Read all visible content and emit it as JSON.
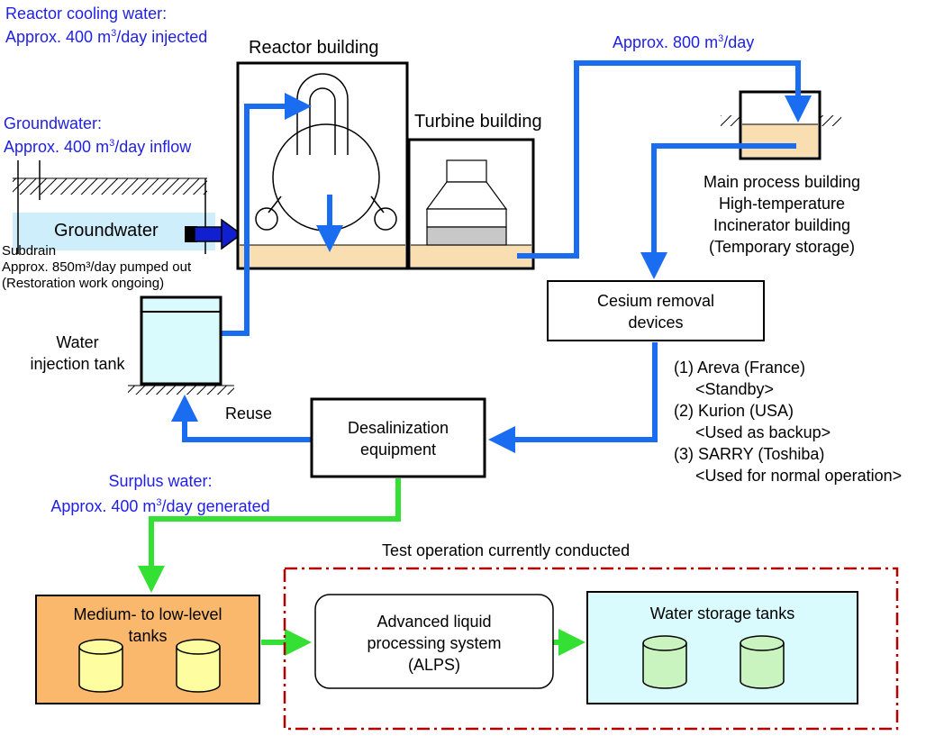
{
  "reactor_cooling": {
    "line1": "Reactor cooling water:",
    "line2_pre": "Approx. 400 m",
    "sup": "3",
    "line2_post": "/day injected"
  },
  "reactor_building": "Reactor building",
  "turbine_building": "Turbine building",
  "flow_800": {
    "pre": "Approx. 800 m",
    "sup": "3",
    "post": "/day"
  },
  "groundwater": {
    "line1": "Groundwater:",
    "line2_pre": "Approx. 400 m",
    "sup": "3",
    "line2_post": "/day inflow",
    "band_label": "Groundwater"
  },
  "subdrain": {
    "label": "Subdrain",
    "line1": "Approx. 850m³/day pumped out",
    "line2": "(Restoration work ongoing)"
  },
  "water_injection_tank": {
    "line1": "Water",
    "line2": "injection tank"
  },
  "main_process": {
    "line1": "Main process building",
    "line2": "High-temperature",
    "line3": "Incinerator building",
    "line4": "(Temporary storage)"
  },
  "cesium": {
    "line1": "Cesium removal",
    "line2": "devices"
  },
  "cesium_devices": [
    {
      "name": "(1) Areva (France)",
      "status": "<Standby>"
    },
    {
      "name": "(2) Kurion (USA)",
      "status": "<Used as backup>"
    },
    {
      "name": "(3) SARRY (Toshiba)",
      "status": "<Used for normal operation>"
    }
  ],
  "reuse": "Reuse",
  "desalinization": {
    "line1": "Desalinization",
    "line2": "equipment"
  },
  "surplus": {
    "line1": "Surplus water:",
    "line2_pre": "Approx. 400 m",
    "sup": "3",
    "line2_post": "/day generated"
  },
  "test_operation": "Test operation currently conducted",
  "medium_low": {
    "line1": "Medium- to low-level",
    "line2": "tanks"
  },
  "alps": {
    "line1": "Advanced liquid",
    "line2": "processing system",
    "line3": "(ALPS)"
  },
  "storage": "Water storage tanks",
  "colors": {
    "blue_flow": "#1a6cf0",
    "green_flow": "#33e033",
    "water_fill": "#f8deb0",
    "groundwater_fill": "#cdeefa",
    "test_border": "#b00000",
    "orange_box": "#f9b86b",
    "storage_box": "#d9fbfd"
  }
}
